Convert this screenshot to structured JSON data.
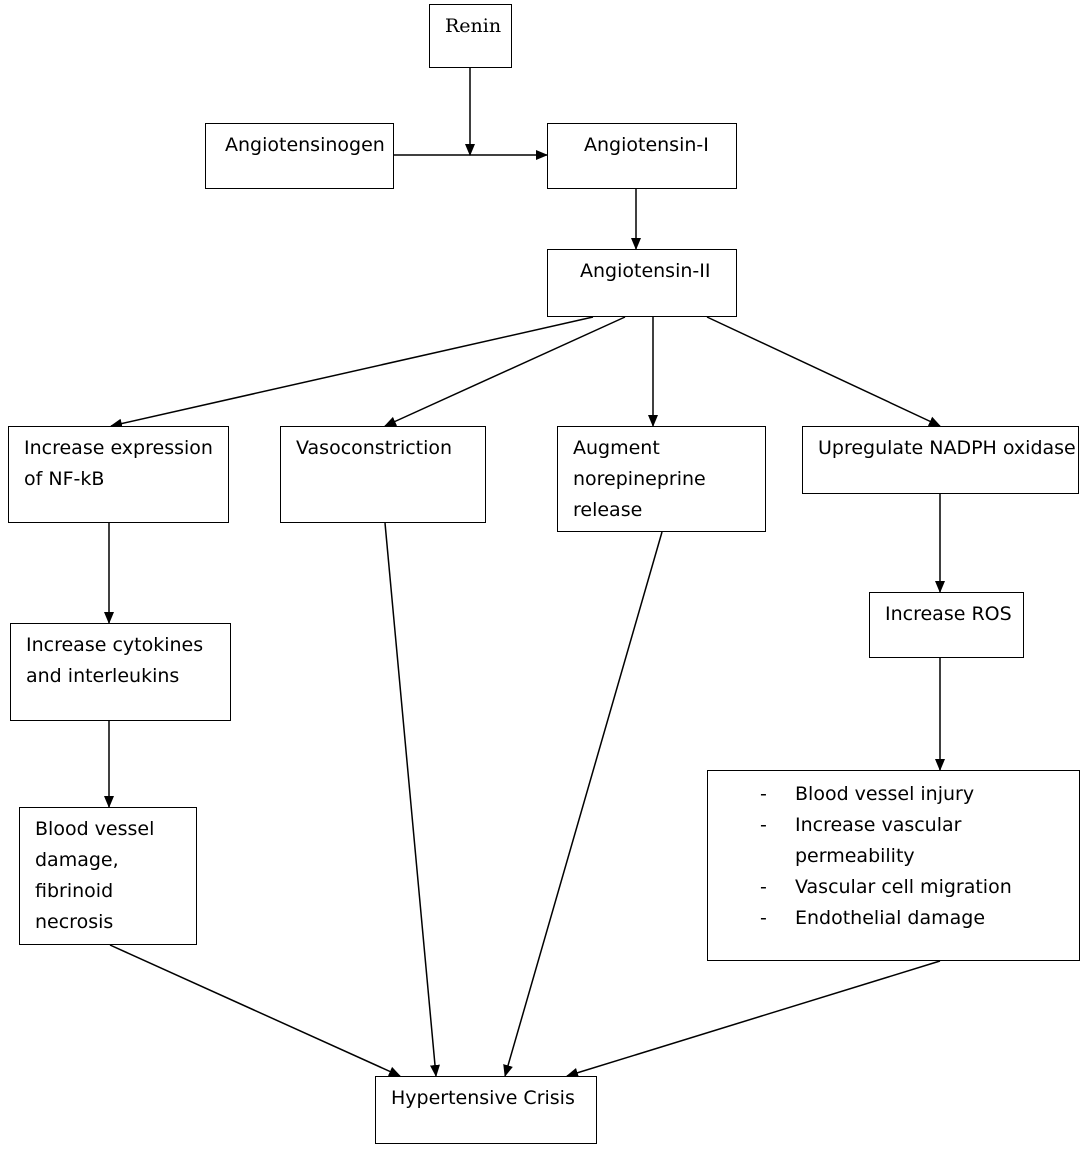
{
  "nodes": {
    "renin": "Renin",
    "angiotensinogen": "Angiotensinogen",
    "angiotensin_1": "Angiotensin-I",
    "angiotensin_2": "Angiotensin-II",
    "nfkb": [
      "Increase expression",
      "of NF-kB"
    ],
    "vasoconstriction": "Vasoconstriction",
    "norepinephrine": [
      "Augment",
      "norepineprine",
      "release"
    ],
    "nadph": "Upregulate NADPH oxidase",
    "cytokines": [
      "Increase cytokines",
      "and interleukins"
    ],
    "ros": "Increase ROS",
    "vessel_damage": [
      "Blood vessel",
      "damage,",
      "fibrinoid",
      "necrosis"
    ],
    "ros_effects": {
      "bullet_symbol": "-",
      "items": [
        [
          "Blood vessel injury"
        ],
        [
          "Increase vascular",
          "permeability"
        ],
        [
          "Vascular cell migration"
        ],
        [
          "Endothelial damage"
        ]
      ]
    },
    "crisis": "Hypertensive Crisis"
  },
  "colors": {
    "line": "#000000",
    "box_border": "#000000",
    "background": "#ffffff"
  }
}
